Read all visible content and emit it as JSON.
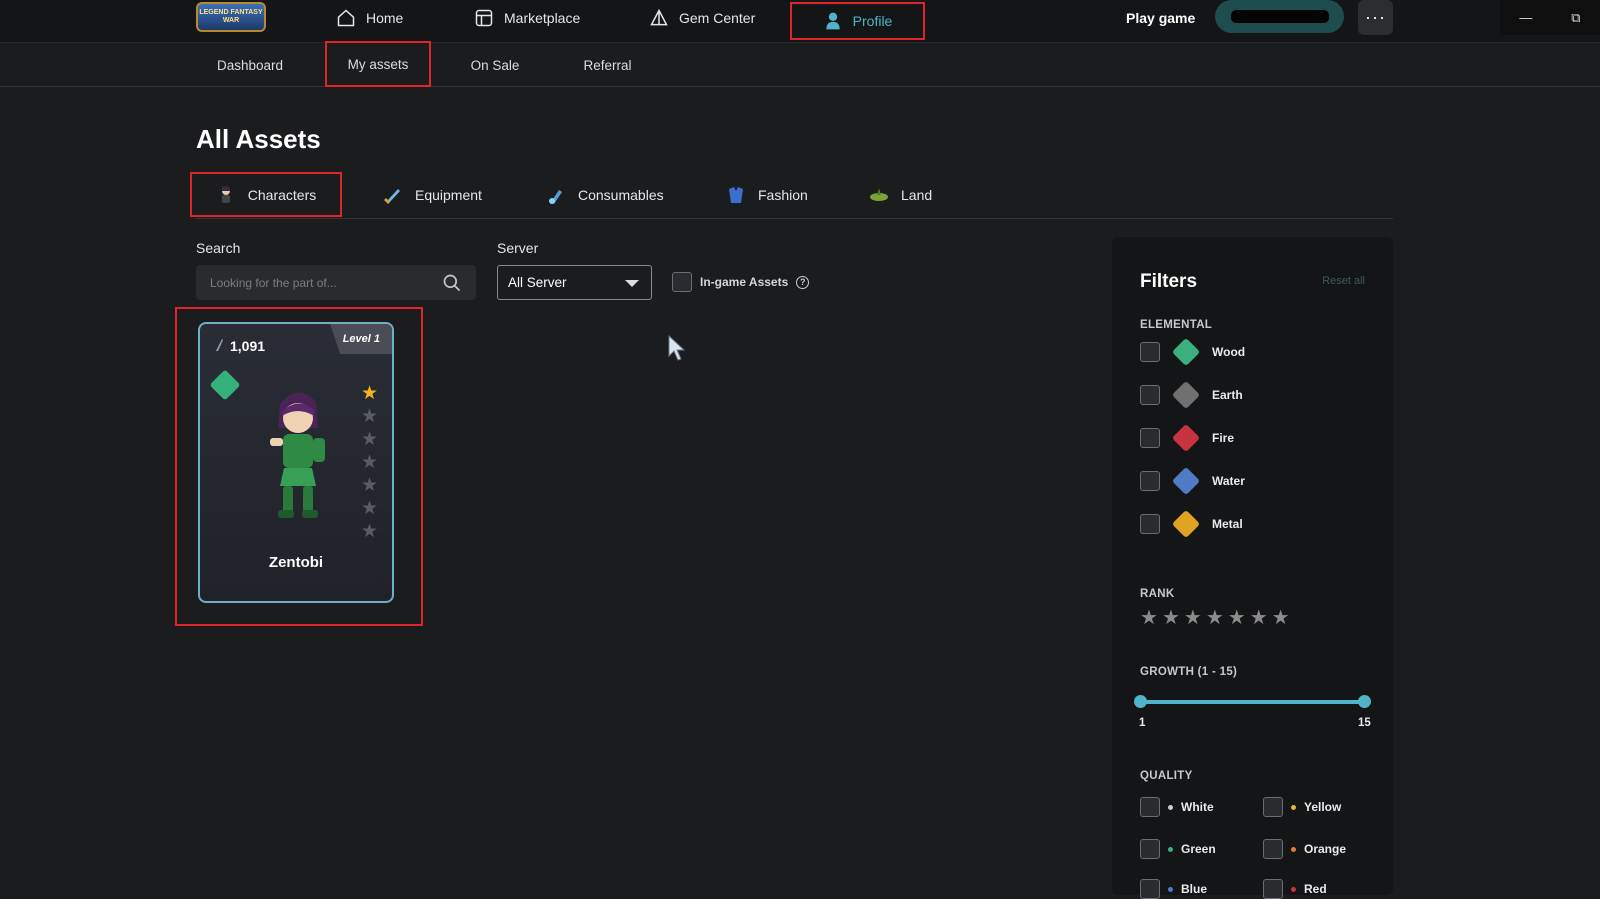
{
  "app": {
    "logo_text": "LEGEND FANTASY WAR"
  },
  "nav": {
    "home": "Home",
    "marketplace": "Marketplace",
    "gem_center": "Gem Center",
    "profile": "Profile",
    "play_game": "Play game",
    "more": "···"
  },
  "window": {
    "minimize": "—",
    "restore": "⧉"
  },
  "subnav": {
    "dashboard": "Dashboard",
    "my_assets": "My assets",
    "on_sale": "On Sale",
    "referral": "Referral"
  },
  "page_title": "All Assets",
  "categories": {
    "characters": "Characters",
    "equipment": "Equipment",
    "consumables": "Consumables",
    "fashion": "Fashion",
    "land": "Land"
  },
  "search": {
    "label": "Search",
    "placeholder": "Looking for the part of..."
  },
  "server": {
    "label": "Server",
    "value": "All Server"
  },
  "ingame": {
    "label": "In-game Assets",
    "help": "?"
  },
  "card": {
    "power": "1,091",
    "level": "Level 1",
    "name": "Zentobi",
    "element_color": "#34b07a",
    "rank_filled": 1,
    "rank_total": 7
  },
  "filters": {
    "title": "Filters",
    "reset": "Reset all",
    "elemental_title": "ELEMENTAL",
    "elements": [
      {
        "label": "Wood",
        "color": "#3bb07e"
      },
      {
        "label": "Earth",
        "color": "#707070"
      },
      {
        "label": "Fire",
        "color": "#c9323f"
      },
      {
        "label": "Water",
        "color": "#4f7cc4"
      },
      {
        "label": "Metal",
        "color": "#e0a321"
      }
    ],
    "rank_title": "RANK",
    "growth_title": "GROWTH (1 - 15)",
    "growth_min": "1",
    "growth_max": "15",
    "quality_title": "QUALITY",
    "quality": [
      {
        "label": "White",
        "color": "#cccccc"
      },
      {
        "label": "Yellow",
        "color": "#e0b838"
      },
      {
        "label": "Green",
        "color": "#3bb07e"
      },
      {
        "label": "Orange",
        "color": "#e07b38"
      },
      {
        "label": "Blue",
        "color": "#4f7cc4"
      },
      {
        "label": "Red",
        "color": "#d0303a"
      }
    ]
  },
  "colors": {
    "accent": "#4fb3c9",
    "highlight": "#e0242b",
    "background": "#1b1c1e"
  }
}
